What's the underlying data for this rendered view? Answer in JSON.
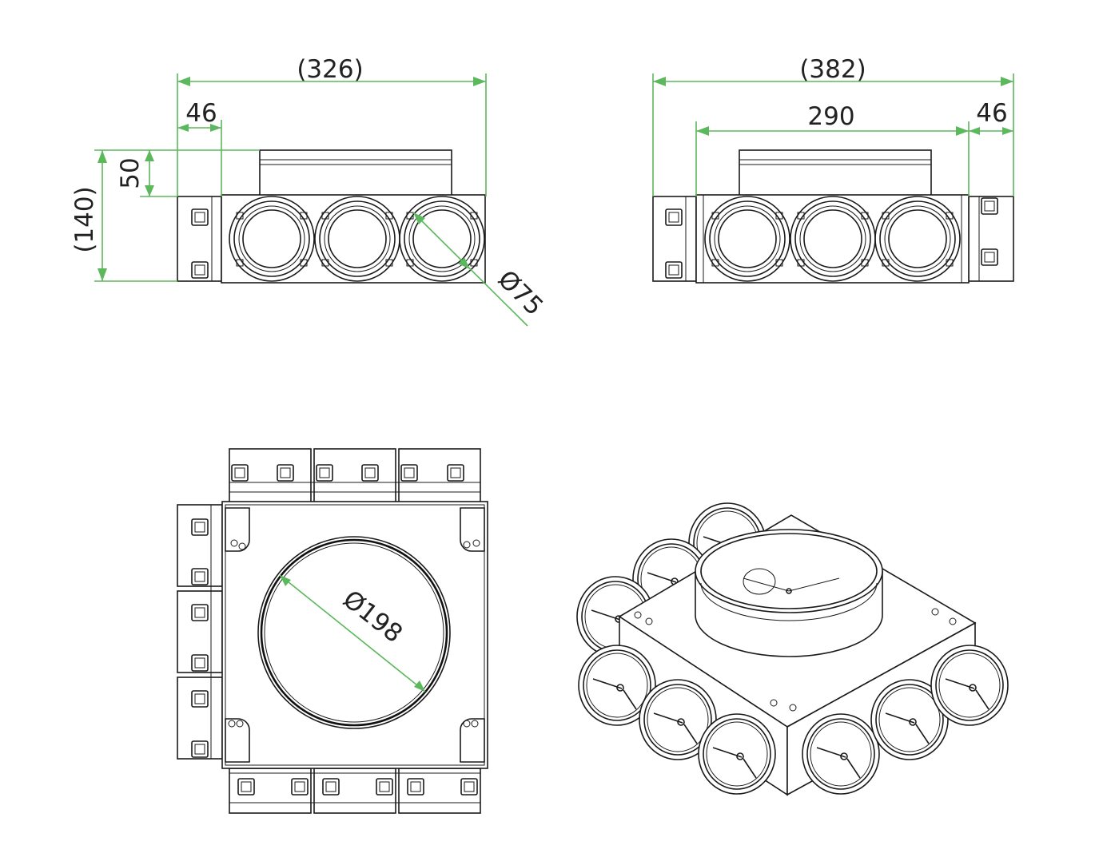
{
  "dimensions": {
    "front_overall_width": "(326)",
    "front_spigot_length": "46",
    "front_top_collar_height": "50",
    "front_overall_height": "(140)",
    "front_port_diameter": "Ø75",
    "side_overall_width": "(382)",
    "side_body_width": "290",
    "side_spigot_length": "46",
    "top_main_diameter": "Ø198"
  },
  "colors": {
    "dimension_line": "#5cb85c",
    "outline": "#1a1a1a",
    "background": "#ffffff"
  }
}
